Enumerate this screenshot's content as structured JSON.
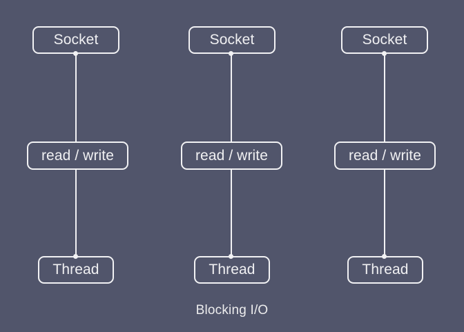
{
  "diagram": {
    "caption": "Blocking I/O",
    "background_color": "#51556b",
    "stroke_color": "#f2f2f4",
    "text_color": "#f0f0f2",
    "columns": [
      {
        "name": "column-1",
        "socket_label": "Socket",
        "readwrite_label": "read / write",
        "thread_label": "Thread"
      },
      {
        "name": "column-2",
        "socket_label": "Socket",
        "readwrite_label": "read / write",
        "thread_label": "Thread"
      },
      {
        "name": "column-3",
        "socket_label": "Socket",
        "readwrite_label": "read / write",
        "thread_label": "Thread"
      }
    ]
  }
}
